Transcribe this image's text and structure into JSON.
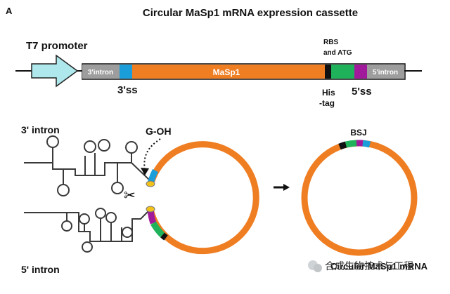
{
  "panel_label": "A",
  "title": "Circular MaSp1 mRNA expression cassette",
  "cassette": {
    "promoter": "T7 promoter",
    "segments": {
      "intron3": "3'intron",
      "masp1": "MaSp1",
      "intron5": "5'intron"
    },
    "rbs_line1": "RBS",
    "rbs_line2": "and ATG",
    "ss3": "3'ss",
    "his_line1": "His",
    "his_line2": "-tag",
    "ss5": "5'ss"
  },
  "splicing": {
    "intron3": "3' intron",
    "intron5": "5' intron",
    "goh": "G-OH",
    "bsj": "BSJ",
    "product": "Circular MaSp1 mRNA",
    "scissors": "✂"
  },
  "watermark": "合成生物技术与工程",
  "colors": {
    "promoter": "#aee8ec",
    "intron": "#9d9d9d",
    "blue": "#1a9dd9",
    "orange": "#ef7d22",
    "black": "#111111",
    "green": "#1fb25a",
    "purple": "#a01a9b",
    "yellow": "#f2c21b"
  }
}
